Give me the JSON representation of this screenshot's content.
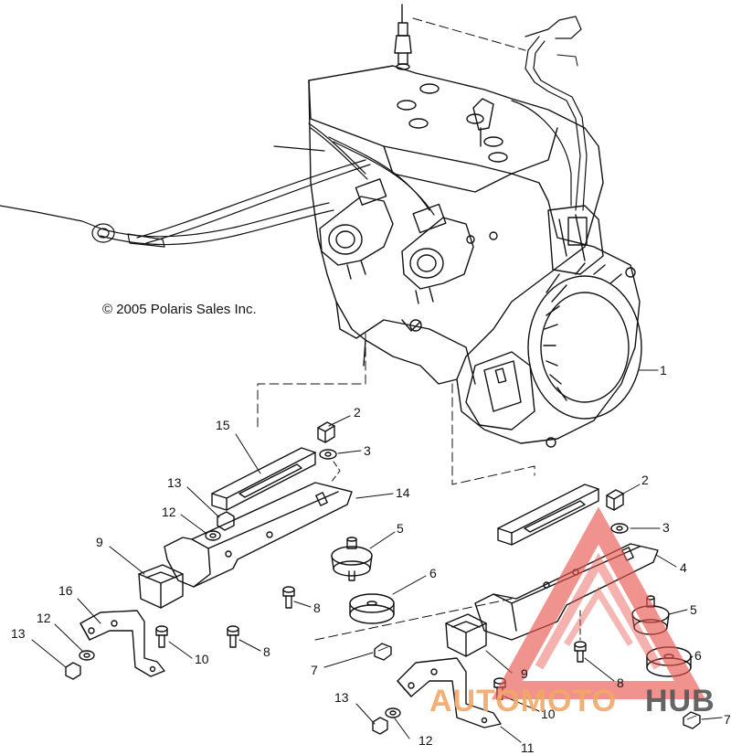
{
  "copyright": "© 2005 Polaris Sales Inc.",
  "labels": {
    "l1": "1",
    "l2a": "2",
    "l2b": "2",
    "l3a": "3",
    "l3b": "3",
    "l4": "4",
    "l5a": "5",
    "l5b": "5",
    "l6a": "6",
    "l6b": "6",
    "l7a": "7",
    "l7b": "7",
    "l8a": "8",
    "l8b": "8",
    "l8c": "8",
    "l9a": "9",
    "l9b": "9",
    "l10a": "10",
    "l10b": "10",
    "l11": "11",
    "l12a": "12",
    "l12b": "12",
    "l12c": "12",
    "l13a": "13",
    "l13b": "13",
    "l13c": "13",
    "l14": "14",
    "l15": "15",
    "l16": "16"
  },
  "watermark": {
    "part1": "AUTOMOTO",
    "part2": "HUB",
    "color_primary": "#e8574f",
    "color_secondary": "#f2a766",
    "color_dark": "#555555"
  },
  "colors": {
    "line": "#111111",
    "background": "#ffffff"
  }
}
